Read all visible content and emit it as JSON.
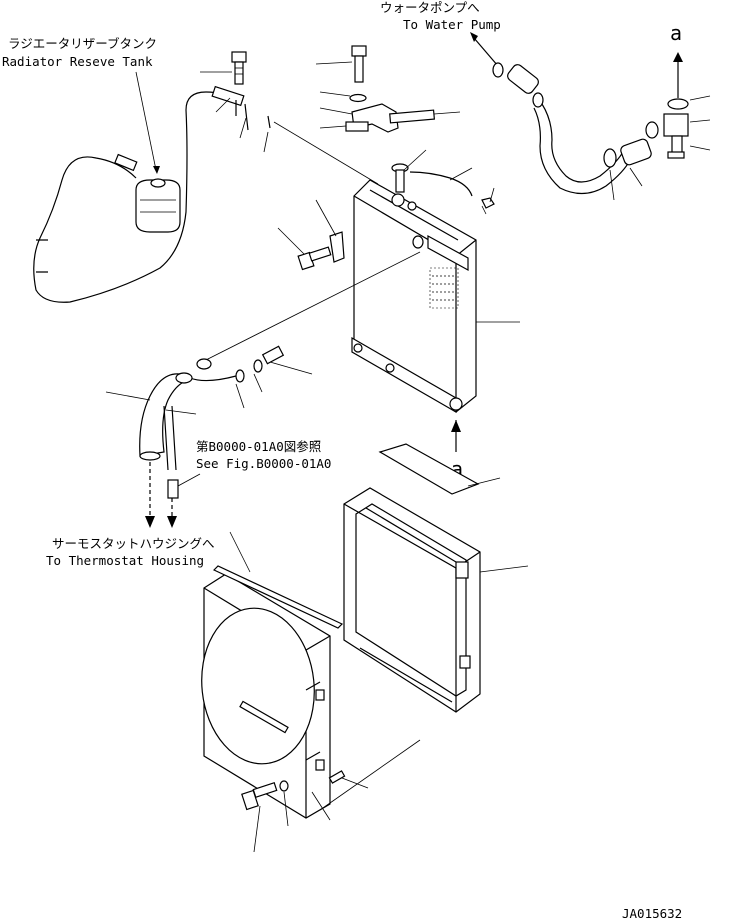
{
  "labels": {
    "reserve_tank_jp": "ラジエータリザーブタンク",
    "reserve_tank_en": "Radiator Reseve Tank",
    "water_pump_jp": "ウォータポンプへ",
    "water_pump_en": "To Water Pump",
    "see_fig_jp": "第B0000-01A0図参照",
    "see_fig_en": "See Fig.B0000-01A0",
    "thermostat_jp": "サーモスタットハウジングへ",
    "thermostat_en": "To Thermostat Housing",
    "ref_a_top": "a",
    "ref_a_mid": "a",
    "drawing_id": "JA015632"
  }
}
